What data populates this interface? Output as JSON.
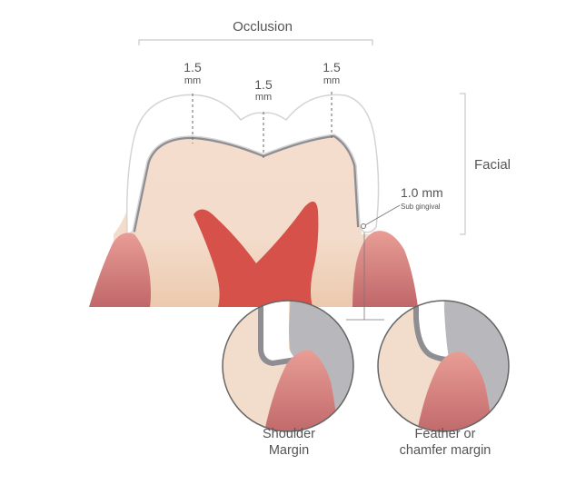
{
  "labels": {
    "occlusion": "Occlusion",
    "facial": "Facial",
    "thickness_left_value": "1.5",
    "thickness_left_unit": "mm",
    "thickness_center_value": "1.5",
    "thickness_center_unit": "mm",
    "thickness_right_value": "1.5",
    "thickness_right_unit": "mm",
    "margin_depth": "1.0 mm",
    "margin_depth_note": "Sub gingival",
    "shoulder_line1": "Shoulder",
    "shoulder_line2": "Margin",
    "feather_line1": "Feather or",
    "feather_line2": "chamfer margin"
  },
  "colors": {
    "crown": "#ffffff",
    "crown_outline": "#d4d4d4",
    "metal_layer": "#8e8e92",
    "dentin": "#f3dccb",
    "pulp": "#d6514a",
    "gum": "#d98680",
    "detail_metal": "#b9b9bd",
    "text": "#555555"
  }
}
